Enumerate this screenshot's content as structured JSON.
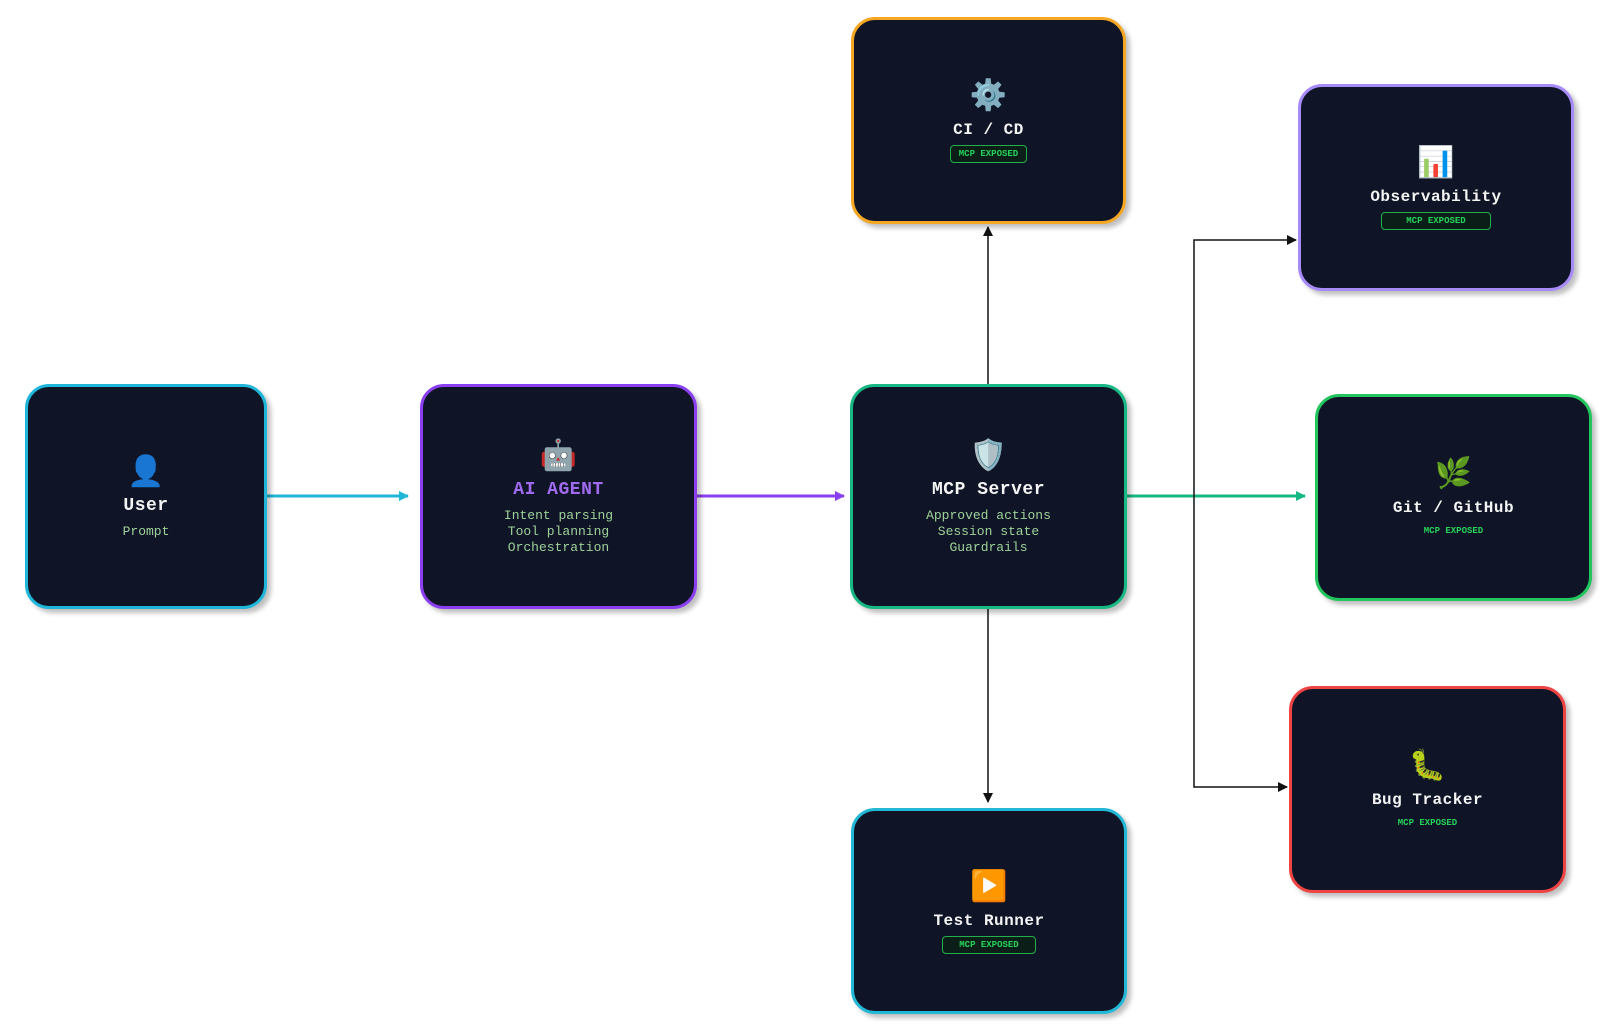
{
  "nodes": {
    "user": {
      "icon": "👤",
      "title": "User",
      "sub": "Prompt",
      "color": "#1fb6d9"
    },
    "agent": {
      "icon": "🤖",
      "title": "AI AGENT",
      "title_color": "#a06bf2",
      "subs": [
        "Intent parsing",
        "Tool planning",
        "Orchestration"
      ],
      "color": "#8a3ff0"
    },
    "mcp": {
      "icon": "🛡️",
      "title": "MCP Server",
      "subs": [
        "Approved actions",
        "Session state",
        "Guardrails"
      ],
      "color": "#18b884"
    },
    "cicd": {
      "icon": "⚙️",
      "title": "CI / CD",
      "badge": "MCP EXPOSED",
      "color": "#f5a623"
    },
    "observability": {
      "icon": "📊",
      "title": "Observability",
      "badge": "MCP EXPOSED",
      "color": "#a78bfa"
    },
    "git": {
      "icon": "🌿",
      "title": "Git / GitHub",
      "badge": "MCP EXPOSED",
      "color": "#22c55e"
    },
    "bugtracker": {
      "icon": "🐛",
      "title": "Bug Tracker",
      "badge": "MCP EXPOSED",
      "color": "#ef4444"
    },
    "testrunner": {
      "icon": "▶️",
      "title": "Test Runner",
      "badge": "MCP EXPOSED",
      "color": "#22b8d6"
    }
  },
  "edges": [
    {
      "from": "user",
      "to": "agent",
      "color": "#1fb6d9"
    },
    {
      "from": "agent",
      "to": "mcp",
      "color": "#8a3ff0"
    },
    {
      "from": "mcp",
      "to": "git",
      "color": "#18b884"
    },
    {
      "from": "mcp",
      "to": "cicd",
      "color": "#111111"
    },
    {
      "from": "mcp",
      "to": "testrunner",
      "color": "#111111"
    },
    {
      "from": "mcp",
      "to": "observability",
      "color": "#111111"
    },
    {
      "from": "mcp",
      "to": "bugtracker",
      "color": "#111111"
    }
  ]
}
